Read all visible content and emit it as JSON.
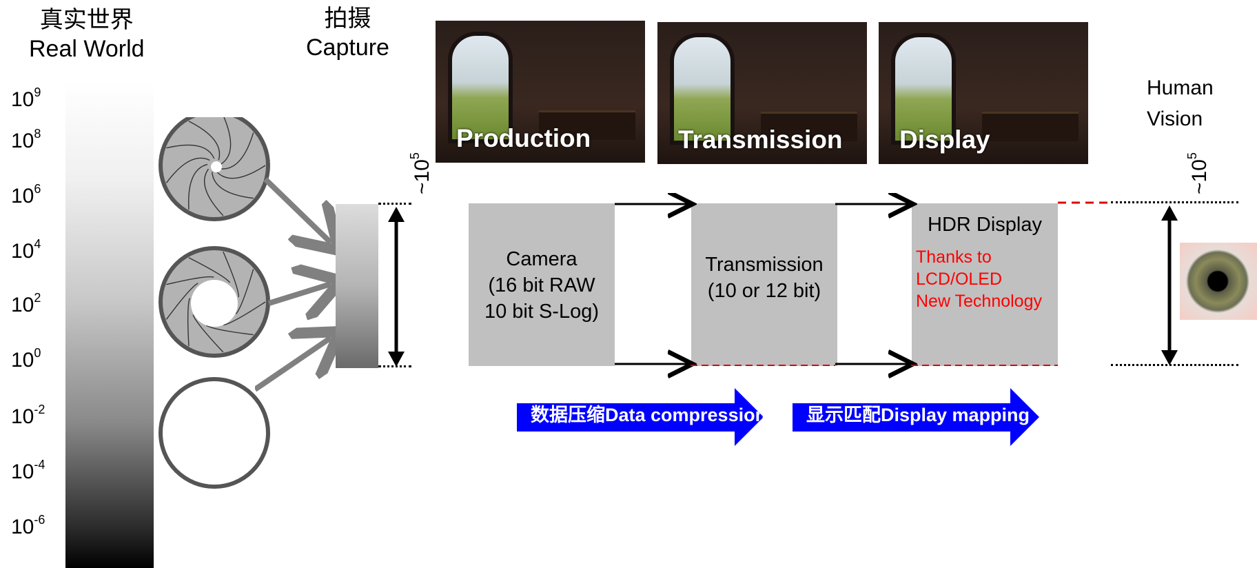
{
  "titles": {
    "real_world_cn": "真实世界",
    "real_world_en": "Real World",
    "capture_cn": "拍摄",
    "capture_en": "Capture",
    "human_vision_1": "Human",
    "human_vision_2": "Vision"
  },
  "ticks": [
    {
      "base": "10",
      "exp": "9"
    },
    {
      "base": "10",
      "exp": "8"
    },
    {
      "base": "10",
      "exp": "6"
    },
    {
      "base": "10",
      "exp": "4"
    },
    {
      "base": "10",
      "exp": "2"
    },
    {
      "base": "10",
      "exp": "0"
    },
    {
      "base": "10",
      "exp": "-2"
    },
    {
      "base": "10",
      "exp": "-4"
    },
    {
      "base": "10",
      "exp": "-6"
    }
  ],
  "range_label": {
    "base": "~10",
    "exp": "5"
  },
  "photos": [
    "Production",
    "Transmission",
    "Display"
  ],
  "boxes": {
    "camera": [
      "Camera",
      "(16 bit RAW",
      "10 bit S-Log)"
    ],
    "transmission": [
      "Transmission",
      "(10 or 12 bit)"
    ],
    "hdr_display": "HDR Display",
    "hdr_note": [
      "Thanks to",
      "LCD/OLED",
      "New Technology"
    ]
  },
  "arrows": {
    "data_compression": "数据压缩Data compression",
    "display_mapping": "显示匹配Display mapping"
  },
  "colors": {
    "accent_blue": "#0000ff",
    "note_red": "#ff0000",
    "box_gray": "#c0c0c0"
  }
}
